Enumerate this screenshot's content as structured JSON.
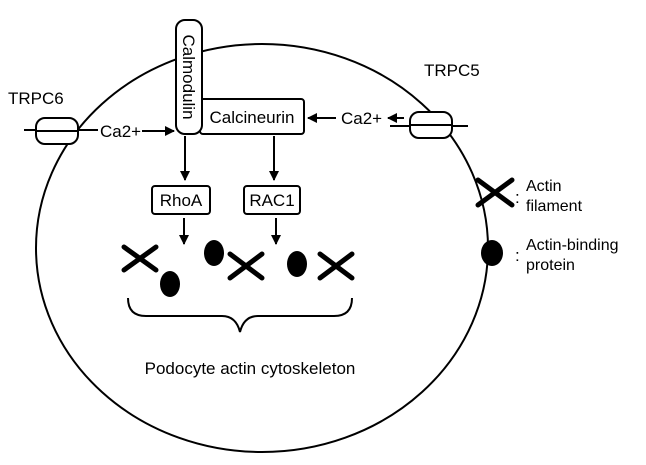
{
  "labels": {
    "trpc6": "TRPC6",
    "trpc5": "TRPC5",
    "ca_left": "Ca2+",
    "ca_right": "Ca2+",
    "calmodulin": "Calmodulin",
    "calcineurin": "Calcineurin",
    "rhoa": "RhoA",
    "rac1": "RAC1",
    "cytoskeleton": "Podocyte actin cytoskeleton"
  },
  "legend": {
    "colon": ":",
    "actin_line1": "Actin",
    "actin_line2": "filament",
    "abp_line1": "Actin-binding",
    "abp_line2": "protein"
  },
  "icons": {
    "actin_filament": "x-cross-icon",
    "actin_binding_protein": "filled-oval-icon",
    "channel": "membrane-channel-icon"
  },
  "colors": {
    "stroke": "#000000",
    "background": "#ffffff"
  }
}
